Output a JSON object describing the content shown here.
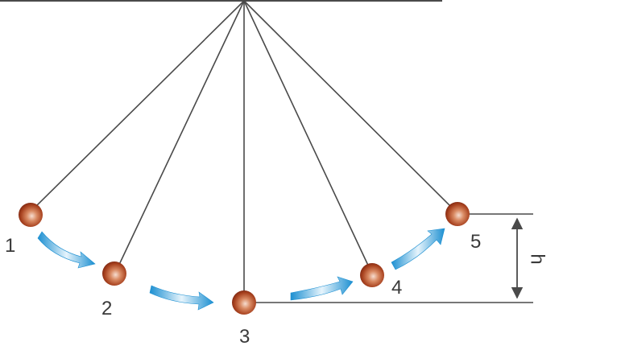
{
  "diagram": {
    "positions": [
      {
        "label": "1"
      },
      {
        "label": "2"
      },
      {
        "label": "3"
      },
      {
        "label": "4"
      },
      {
        "label": "5"
      }
    ],
    "height_label": "h"
  },
  "colors": {
    "string": "#4a4a4a",
    "bob_dark": "#8b2a12",
    "bob_mid": "#c8613a",
    "bob_light": "#f6ddd0",
    "arrow_dark": "#1c8fd1",
    "arrow_light": "#e6f4fc",
    "dimension": "#4a4a4a"
  }
}
